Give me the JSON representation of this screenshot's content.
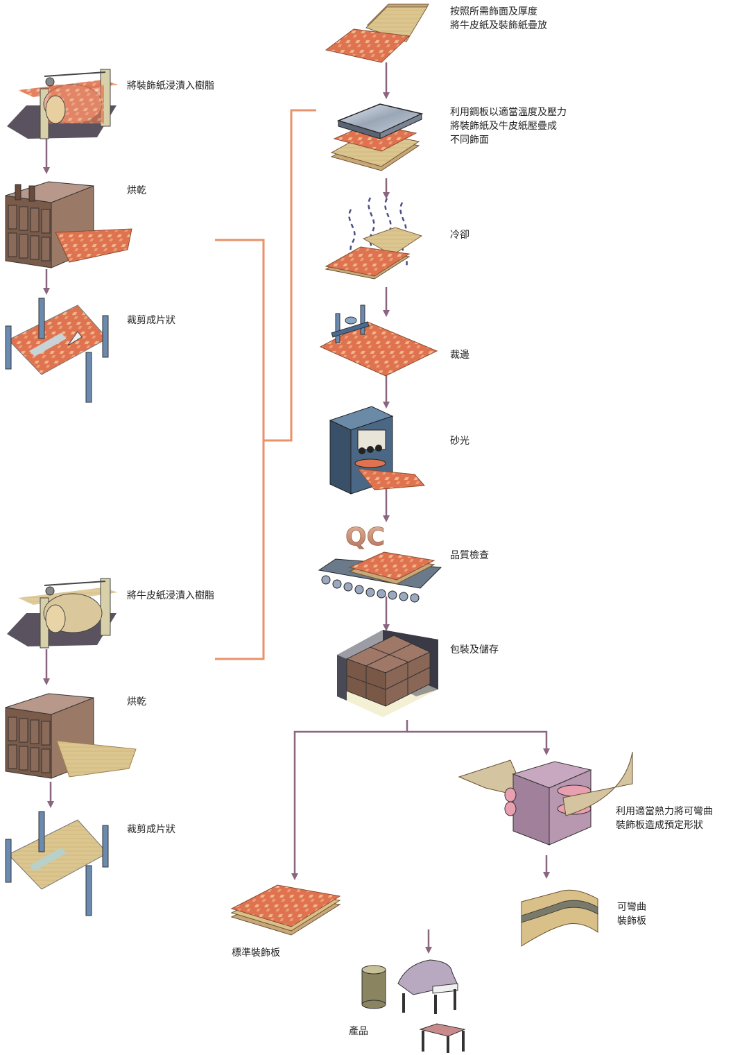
{
  "colors": {
    "arrow": "#8a6580",
    "bracket": "#e8926a",
    "decor_paper": "#e0734f",
    "decor_tile": "#f0b890",
    "kraft": "#d8c088",
    "machine": "#7a5a48",
    "metal": "#5a7a9a",
    "steam": "#4a4f88",
    "qc_text": "#c4896e",
    "bending_machine": "#b08aa0"
  },
  "left_column": {
    "decor_paper_branch": {
      "impregnate": "將裝飾紙浸漬入樹脂",
      "dry": "烘乾",
      "cut": "裁剪成片狀"
    },
    "kraft_paper_branch": {
      "impregnate": "將牛皮紙浸漬入樹脂",
      "dry": "烘乾",
      "cut": "裁剪成片狀"
    }
  },
  "main_column": {
    "stack": "按照所需飾面及厚度\n將牛皮紙及裝飾紙疊放",
    "press": "利用鋼板以適當溫度及壓力\n將裝飾紙及牛皮紙壓疊成\n不同飾面",
    "cool": "冷卻",
    "trim": "裁邊",
    "sand": "砂光",
    "qc_badge": "QC",
    "qc": "品質檢查",
    "package": "包裝及儲存"
  },
  "outputs": {
    "standard_board": "標準裝飾板",
    "bending_process": "利用適當熱力將可彎曲\n裝飾板造成預定形狀",
    "bendable_board": "可彎曲\n裝飾板",
    "products": "產品"
  },
  "icons": [
    "resin-bath-machine-icon",
    "drying-oven-icon",
    "cutting-table-icon",
    "paper-stack-icon",
    "steel-press-plate-icon",
    "steam-icon",
    "trimming-machine-icon",
    "sanding-machine-icon",
    "conveyor-icon",
    "boxes-icon",
    "bending-machine-icon",
    "curved-board-icon",
    "piano-icon",
    "table-icon",
    "cylinder-icon"
  ]
}
